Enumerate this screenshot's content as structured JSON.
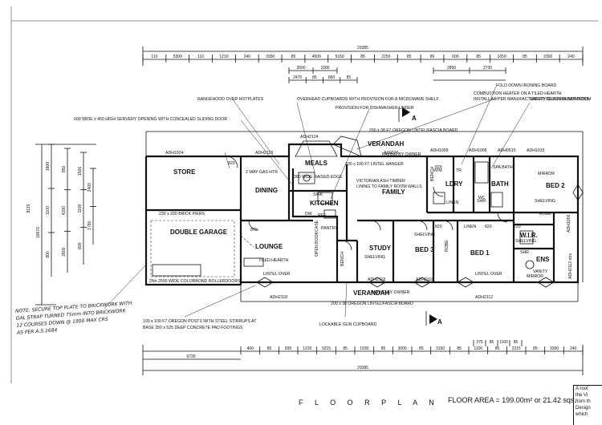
{
  "drawing": {
    "title": "FLOOR PLAN",
    "title_display": "F L O O R     P L A N",
    "floor_area": "FLOOR AREA = 199.00m² or 21.42 sqs.",
    "side_note_lines": [
      "A roof",
      "the Vi",
      "from th",
      "Design",
      "which"
    ]
  },
  "dimensions": {
    "overall_top": "29385",
    "overall_bottom": "29385",
    "top_chain": [
      "110",
      "5300",
      "110",
      "1210",
      "240",
      "3300",
      "85",
      "4500",
      "5150",
      "85",
      "2250",
      "85",
      "85",
      "600",
      "85",
      "1650",
      "85",
      "3300",
      "240"
    ],
    "top_sub_1": [
      "3500",
      "1000"
    ],
    "top_sub_2": [
      "2470",
      "85",
      "860",
      "85"
    ],
    "top_sub_3": [
      "2850",
      "2735"
    ],
    "bottom_chain": [
      "400",
      "85",
      "830",
      "1220",
      "5215",
      "85",
      "1930",
      "85",
      "3000",
      "85",
      "3150",
      "85",
      "1100",
      "85",
      "2215",
      "85",
      "3300",
      "240"
    ],
    "bottom_first": "6730",
    "bottom_sub": [
      "275",
      "85",
      "1100",
      "85"
    ],
    "left_chain_outer": [
      "1800",
      "1100",
      "800",
      "850",
      "4200",
      "2800",
      "1500",
      "1100",
      "800",
      "2400",
      "1790"
    ],
    "left_overall": [
      "8115",
      "18670"
    ]
  },
  "rooms": {
    "store": "STORE",
    "double_garage": "DOUBLE GARAGE",
    "dining": "DINING",
    "lounge": "LOUNGE",
    "meals": "MEALS",
    "kitchen": "KITCHEN",
    "verandah_top": "VERANDAH",
    "verandah_bottom": "VERANDAH",
    "family": "FAMILY",
    "study": "STUDY",
    "bed1": "BED 1",
    "bed2": "BED 2",
    "bed3": "BED 3",
    "wir": "W.I.R.",
    "laundry": "LDRY",
    "bath": "BATH",
    "spa_bath": "SPA BATH",
    "ens": "ENS",
    "wc": "WC",
    "pantry": "PANTRY",
    "linen": "LINEN",
    "robe": "ROBE",
    "robe2": "ROBE",
    "shr": "SHR",
    "shr2": "SHR",
    "shelving": "SHELVING",
    "shelving2": "SHELVING",
    "shelving3": "SHELVING",
    "shelving4": "SHELVING",
    "mirror": "MIRROR",
    "mirror2": "MIRROR",
    "vanity": "VANITY",
    "bench": "BENCH",
    "sink": "SINK",
    "fridge": "REF",
    "linen2": "LINEN",
    "wm": "W/M",
    "tr": "TR",
    "dw": "DW",
    "bench2": "BENCH"
  },
  "window_labels": {
    "adh1024": "ADH1024",
    "adh2118_a": "ADH2118",
    "adh2124": "ADH2124",
    "as0326": "AS0326",
    "adh1009": "ADH1009",
    "adh1006": "ADH1006",
    "adh0515": "ADH0515",
    "adh1015": "ADH1015",
    "adh2118_b": "ADH2118",
    "adh2118_c": "ADH2118",
    "adh2118_d": "ADH2118",
    "adh2112": "ADH2112",
    "adh1006_b": "ADH1006",
    "adh2112_b": "ADH2112 obs",
    "d820": "820",
    "d820b": "820",
    "d820c": "820",
    "d820d": "820",
    "d870": "870",
    "d720": "720"
  },
  "notes": {
    "rangehood": "RANGEHOOD OVER HOTPLATES",
    "overhead": "OVERHEAD CUPBOARDS WITH PROVISION FOR A MICROWAVE SHELF",
    "dishwasher": "PROVISION FOR DISHWASHER UNDER",
    "ironing": "FOLD DOWN IRONING BOARD",
    "safety_glass": "SAFETY GLASS IN BATHROOM",
    "combustion": "COMBUSTION HEATER ON A TILED HEARTH",
    "combustion2": "INSTALL AS PER MANUFACTURERS RECOMMENDATIONS",
    "servery": "600 WIDE x 450 HIGH SERVERY OPENING WITH CONCEALED SLIDING DOOR",
    "lintel_top": "200 x 38 F7 OREGON LINTEL/FASCIA BOARD",
    "paving_top": "PAVING BY OWNER",
    "posts_top": "100 x 100 F7 LINTEL HANGER",
    "ash_timber": "VICTORIAN ASH TIMBER",
    "lining": "LINING TO FAMILY ROOM WALLS",
    "gas_htr": "2 WAY GAS HTR",
    "raised_edge": "300 WIDE RAISED EDGE",
    "piers": "230 x 230 BRICK PIERS",
    "rollerdoor": "2No 2500 WIDE COLORBOND ROLLERDOORS",
    "tiled_hearth": "TILED HEARTH",
    "lintel_over": "LINTEL OVER",
    "lintel_over2": "LINTEL OVER",
    "paving_bottom": "PAVING BY OWNER",
    "lintel_bottom": "200 x 38 OREGON LINTEL/FASCIA BOARD",
    "posts_bottom_1": "100 x 100 F7 OREGON POSTS WITH STEEL STIRRUPS AT",
    "posts_bottom_2": "BASE 350 x 525 DEEP CONCRETE PAD FOOTINGS",
    "gun": "LOCKABLE GUN CUPBOARD",
    "open_bookcase": "OPEN BOOKCASE",
    "hand_note": [
      "NOTE: SECURE TOP PLATE TO BRICKWORK WITH",
      "GAL STRAP TURNED 75mm INTO BRICKWORK",
      "12 COURSES DOWN @ 1800 MAX CRS",
      "AS PER A.S.1684"
    ],
    "section_a": "A",
    "section_a2": "A"
  }
}
